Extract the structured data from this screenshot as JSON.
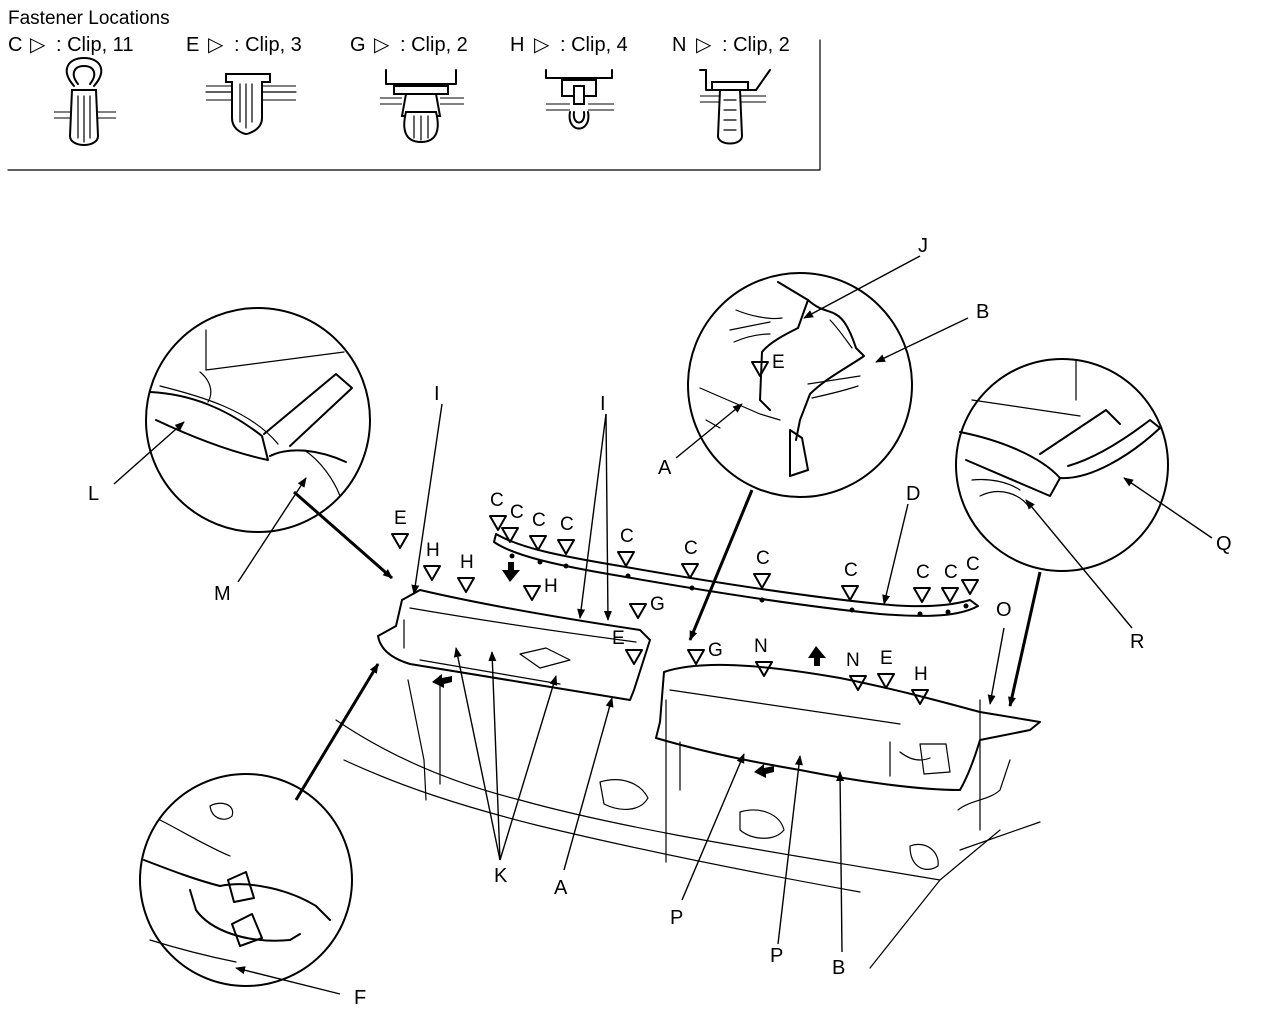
{
  "legend": {
    "title": "Fastener Locations",
    "items": [
      {
        "letter": "C",
        "symbol": "▷",
        "text": ": Clip, 11"
      },
      {
        "letter": "E",
        "symbol": "▷",
        "text": ": Clip, 3"
      },
      {
        "letter": "G",
        "symbol": "▷",
        "text": ": Clip, 2"
      },
      {
        "letter": "H",
        "symbol": "▷",
        "text": ": Clip, 4"
      },
      {
        "letter": "N",
        "symbol": "▷",
        "text": ": Clip, 2"
      }
    ]
  },
  "callouts": {
    "A": "A",
    "B": "B",
    "D": "D",
    "F": "F",
    "I": "I",
    "J": "J",
    "K": "K",
    "L": "L",
    "M": "M",
    "O": "O",
    "P": "P",
    "Q": "Q",
    "R": "R"
  },
  "clip_marks": {
    "C": "C",
    "E": "E",
    "G": "G",
    "H": "H",
    "N": "N"
  }
}
